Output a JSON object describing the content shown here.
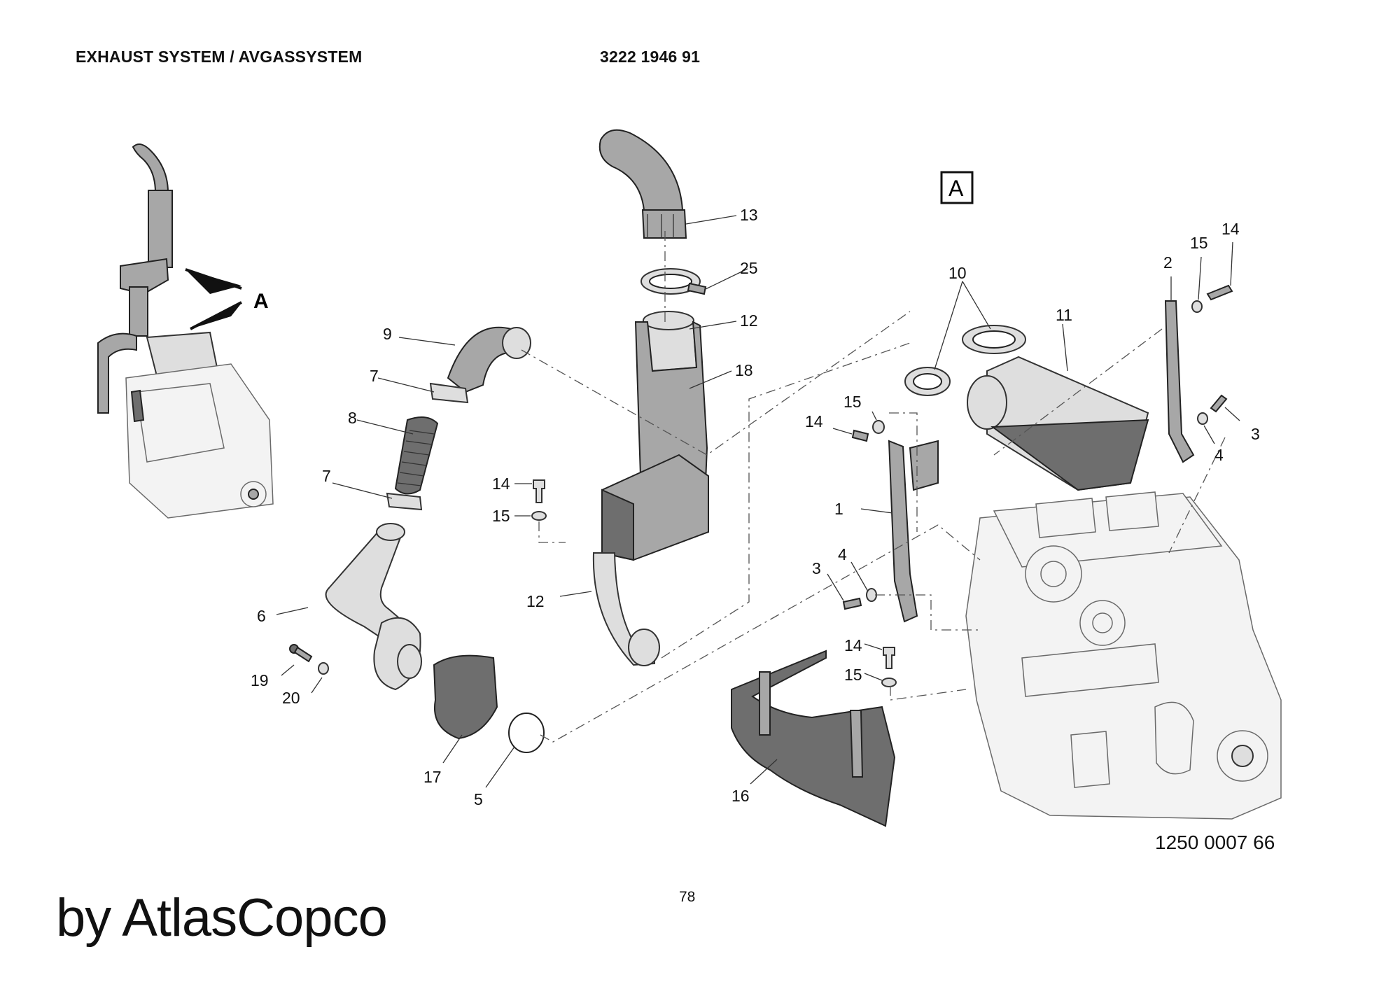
{
  "header": {
    "title": "EXHAUST SYSTEM / AVGASSYSTEM",
    "part_number": "3222 1946 91"
  },
  "view": {
    "arrow_label": "A",
    "detail_label": "A"
  },
  "callouts": {
    "c13": "13",
    "c25": "25",
    "c12a": "12",
    "c18": "18",
    "c12b": "12",
    "c9": "9",
    "c7a": "7",
    "c8": "8",
    "c7b": "7",
    "c6": "6",
    "c19": "19",
    "c20": "20",
    "c17": "17",
    "c5": "5",
    "c14a": "14",
    "c15a": "15",
    "c10": "10",
    "c11": "11",
    "c2": "2",
    "c15b": "15",
    "c14b": "14",
    "c3a": "3",
    "c4a": "4",
    "c15c": "15",
    "c14c": "14",
    "c1": "1",
    "c3b": "3",
    "c4b": "4",
    "c14d": "14",
    "c15d": "15",
    "c16": "16"
  },
  "footer": {
    "drawing_number": "1250 0007 66",
    "page_number": "78",
    "watermark": "by AtlasCopco"
  }
}
